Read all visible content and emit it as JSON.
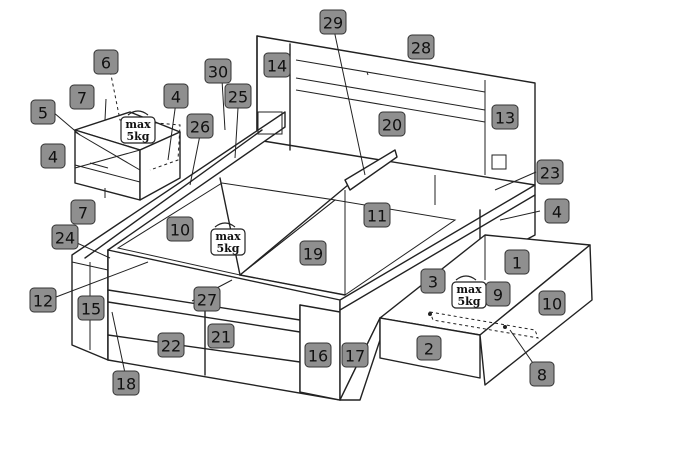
{
  "part_labels": [
    "1",
    "2",
    "3",
    "4",
    "4",
    "4",
    "5",
    "6",
    "7",
    "7",
    "8",
    "9",
    "10",
    "10",
    "11",
    "12",
    "13",
    "14",
    "15",
    "16",
    "17",
    "18",
    "19",
    "20",
    "21",
    "22",
    "23",
    "24",
    "25",
    "26",
    "27",
    "28",
    "29",
    "30"
  ],
  "weight_tag": {
    "line1": "max",
    "line2": "5kg"
  },
  "colors": {
    "badge_fill": "#8f8f8f",
    "line": "#222222",
    "background": "#ffffff"
  }
}
